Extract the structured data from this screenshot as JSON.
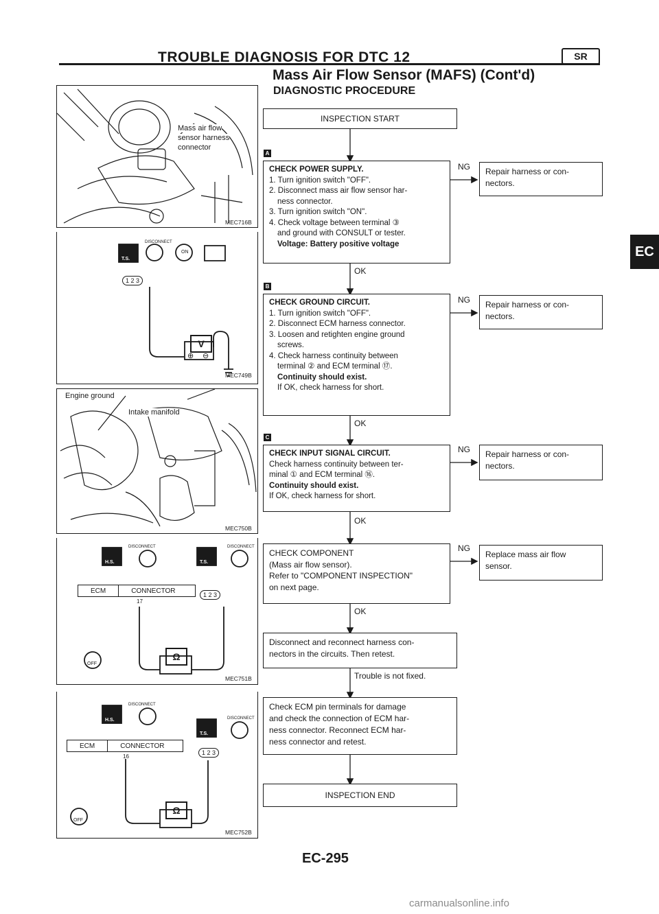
{
  "header": {
    "title": "TROUBLE DIAGNOSIS FOR DTC 12",
    "badge": "SR",
    "subtitle": "Mass Air Flow Sensor (MAFS) (Cont'd)",
    "procedure_title": "DIAGNOSTIC PROCEDURE"
  },
  "section_tab": "EC",
  "page_number": "EC-295",
  "watermark": "carmanualsonline.info",
  "illustrations": {
    "engine1": {
      "callout": [
        "Mass air flow",
        "sensor harness",
        "connector"
      ],
      "code": "MEC716B"
    },
    "panelA": {
      "marker": "A",
      "code": "MEC749B",
      "connector_pins": "1 2 3",
      "meter": "V",
      "plus": "⊕",
      "minus": "⊖",
      "tags": [
        "DISCONNECT",
        "T.S.",
        "ON"
      ]
    },
    "engine2": {
      "labels": [
        "Engine ground",
        "Intake manifold"
      ],
      "code": "MEC750B"
    },
    "panelB": {
      "marker": "B",
      "code": "MEC751B",
      "ecm": "ECM",
      "connector": "CONNECTOR",
      "terminal": "17",
      "connector_pins": "1 2 3",
      "meter": "Ω",
      "tags": [
        "DISCONNECT",
        "H.S.",
        "DISCONNECT",
        "T.S.",
        "OFF"
      ]
    },
    "panelC": {
      "marker": "C",
      "code": "MEC752B",
      "ecm": "ECM",
      "connector": "CONNECTOR",
      "terminal": "16",
      "connector_pins": "1 2 3",
      "meter": "Ω",
      "tags": [
        "DISCONNECT",
        "H.S.",
        "DISCONNECT",
        "T.S.",
        "OFF"
      ]
    }
  },
  "flow": {
    "start": "INSPECTION START",
    "end": "INSPECTION END",
    "ng_label": "NG",
    "ok_label": "OK",
    "steps": [
      {
        "marker": "A",
        "heading": "CHECK POWER SUPPLY.",
        "lines": [
          "1. Turn ignition switch \"OFF\".",
          "2. Disconnect mass air flow sensor har-",
          "ness connector.",
          "3. Turn ignition switch \"ON\".",
          "4. Check voltage between terminal ③",
          "and ground with CONSULT or tester."
        ],
        "bold": "Voltage: Battery positive voltage",
        "ng_action": [
          "Repair harness or con-",
          "nectors."
        ]
      },
      {
        "marker": "B",
        "heading": "CHECK GROUND CIRCUIT.",
        "lines": [
          "1. Turn ignition switch \"OFF\".",
          "2. Disconnect ECM harness connector.",
          "3. Loosen and retighten engine ground",
          "screws.",
          "4. Check harness continuity between",
          "terminal ② and ECM terminal ⑰."
        ],
        "bold": "Continuity should exist.",
        "tail": "If OK, check harness for short.",
        "ng_action": [
          "Repair harness or con-",
          "nectors."
        ]
      },
      {
        "marker": "C",
        "heading": "CHECK INPUT SIGNAL CIRCUIT.",
        "lines": [
          "Check harness continuity between ter-",
          "minal ① and ECM terminal ⑯."
        ],
        "bold": "Continuity should exist.",
        "tail": "If OK, check harness for short.",
        "ng_action": [
          "Repair harness or con-",
          "nectors."
        ]
      },
      {
        "lines": [
          "CHECK COMPONENT",
          "(Mass air flow sensor).",
          "Refer to \"COMPONENT INSPECTION\"",
          "on next page."
        ],
        "ng_action": [
          "Replace mass air flow",
          "sensor."
        ]
      }
    ],
    "retest": [
      "Disconnect and reconnect harness con-",
      "nectors in the circuits. Then retest."
    ],
    "not_fixed": "Trouble is not fixed.",
    "ecm_check": [
      "Check ECM pin terminals for damage",
      "and check the connection of ECM har-",
      "ness connector. Reconnect ECM har-",
      "ness connector and retest."
    ]
  }
}
